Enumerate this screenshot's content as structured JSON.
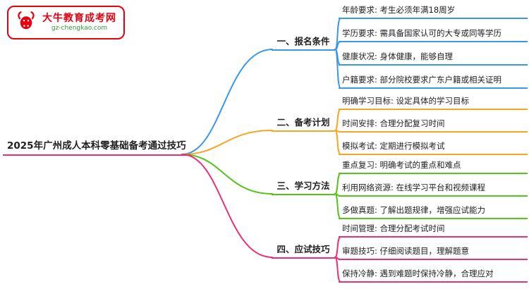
{
  "logo": {
    "title": "大牛教育成考网",
    "url": "gz-chengkao.com"
  },
  "colors": {
    "blue": "#3b97e8",
    "orange": "#f5a623",
    "green": "#52c41a",
    "pink": "#eb2f77",
    "logo_red": "#e60012",
    "logo_green": "#2e9e36"
  },
  "root": {
    "label": "2025年广州成人本科零基础备考通过技巧"
  },
  "branches": [
    {
      "label": "一、报名条件",
      "color": "#3b97e8",
      "items": [
        "年龄要求: 考生必须年满18周岁",
        "学历要求: 需具备国家认可的大专或同等学历",
        "健康状况: 身体健康，能够自理",
        "户籍要求: 部分院校要求广东户籍或相关证明"
      ]
    },
    {
      "label": "二、备考计划",
      "color": "#f5a623",
      "items": [
        "明确学习目标: 设定具体的学习目标",
        "时间安排: 合理分配复习时间",
        "模拟考试: 定期进行模拟考试"
      ]
    },
    {
      "label": "三、学习方法",
      "color": "#52c41a",
      "items": [
        "重点复习: 明确考试的重点和难点",
        "利用网络资源: 在线学习平台和视频课程",
        "多做真题: 了解出题规律，增强应试能力"
      ]
    },
    {
      "label": "四、应试技巧",
      "color": "#eb2f77",
      "items": [
        "时间管理: 合理分配考试时间",
        "审题技巧: 仔细阅读题目，理解题意",
        "保持冷静: 遇到难题时保持冷静，合理应对"
      ]
    }
  ]
}
